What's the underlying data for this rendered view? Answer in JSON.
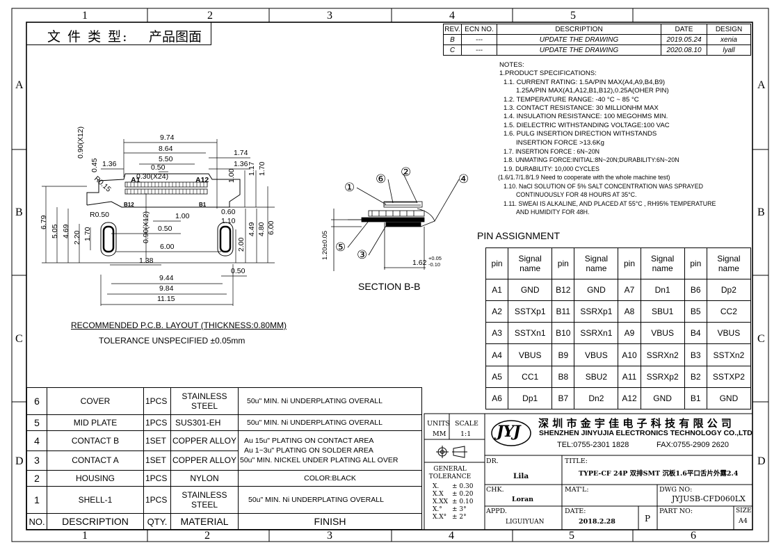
{
  "header": {
    "doc_type_label": "文 件 类 型:",
    "doc_type_value": "产品图面"
  },
  "zones": {
    "cols": [
      "1",
      "2",
      "3",
      "4",
      "5",
      "6"
    ],
    "rows": [
      "A",
      "B",
      "C",
      "D"
    ]
  },
  "revisions": {
    "headers": [
      "REV.",
      "ECN NO.",
      "DESCRIPTION",
      "DATE",
      "DESIGN"
    ],
    "rows": [
      [
        "B",
        "---",
        "UPDATE THE DRAWING",
        "2019.05.24",
        "xenia"
      ],
      [
        "C",
        "---",
        "UPDATE THE DRAWING",
        "2020.08.10",
        "lyall"
      ]
    ]
  },
  "notes": {
    "lines": [
      "NOTES:",
      "1.PRODUCT SPECIFICATIONS:",
      "1.1. CURRENT RATING: 1.5A/PIN MAX(A4,A9,B4,B9)",
      "1.25A/PIN MAX(A1,A12,B1,B12),0.25A(OHER PIN)",
      "1.2. TEMPERATURE RANGE: -40 °C ~ 85 °C",
      "1.3. CONTACT RESISTANCE: 30 MILLIONHM MAX",
      "1.4. INSULATION RESISTANCE: 100 MEGOHMS MIN.",
      "1.5. DIELECTRIC WITHSTANDING VOLTAGE:100 VAC",
      "1.6. PULG INSERTION DIRECTION WITHSTANDS",
      "INSERTION FORCE >13.6Kg",
      "1.7. INSERTION FORCE : 6N~20N",
      "1.8. UNMATING FORCE:INITIAL:8N~20N;DURABILITY:6N~20N",
      "1.9. DURABILITY: 10,000 CYCLES",
      "(1.6/1.7/1.8/1.9 Need to cooperate with the whole machine test)",
      "1.10. NaCl SOLUTION OF 5% SALT CONCENTRATION WAS SPRAYED",
      "CONTINUOUSLY FOR 48 HOURS AT 35°C.",
      "1.11. SWEAI IS ALKALINE, AND PLACED AT 55°C , RH95% TEMPERATURE",
      "AND HUMIDITY FOR 48H."
    ]
  },
  "pcb": {
    "dims_h": [
      "9.74",
      "8.64",
      "5.50",
      "0.50",
      "0.30(X24)",
      "1.74",
      "1.36",
      "1.36",
      "1.00",
      "0.60",
      "1.10",
      "0.50",
      "6.00",
      "1.38",
      "0.50",
      "9.44",
      "9.84",
      "11.15"
    ],
    "dims_v": [
      "0.90(X12)",
      "0.45",
      "1.00",
      "1.17",
      "1.70",
      "6.79",
      "5.05",
      "4.69",
      "2.20",
      "1.70",
      "0.90(X12)",
      "4.49",
      "4.80",
      "6.00",
      "2.00"
    ],
    "labels": [
      "R0.15",
      "A1",
      "A12",
      "B12",
      "B1",
      "R0.50"
    ],
    "caption1": "RECOMMENDED  P.C.B.  LAYOUT  (THICKNESS:0.80MM)",
    "caption2": "TOLERANCE  UNSPECIFIED  ±0.05mm"
  },
  "section": {
    "title": "SECTION  B-B",
    "callouts": [
      "①",
      "②",
      "③",
      "④",
      "⑤",
      "⑥"
    ],
    "dim_v": "1.20±0.05",
    "dim_h": "1.62",
    "dim_h_tol_plus": "+0.05",
    "dim_h_tol_minus": "-0.10"
  },
  "pin_assignment": {
    "title": "PIN  ASSIGNMENT",
    "headers": [
      "pin",
      "Signal name",
      "pin",
      "Signal name",
      "pin",
      "Signal name",
      "pin",
      "Signal name"
    ],
    "rows": [
      [
        "A1",
        "GND",
        "B12",
        "GND",
        "A7",
        "Dn1",
        "B6",
        "Dp2"
      ],
      [
        "A2",
        "SSTXp1",
        "B11",
        "SSRXp1",
        "A8",
        "SBU1",
        "B5",
        "CC2"
      ],
      [
        "A3",
        "SSTXn1",
        "B10",
        "SSRXn1",
        "A9",
        "VBUS",
        "B4",
        "VBUS"
      ],
      [
        "A4",
        "VBUS",
        "B9",
        "VBUS",
        "A10",
        "SSRXn2",
        "B3",
        "SSTXn2"
      ],
      [
        "A5",
        "CC1",
        "B8",
        "SBU2",
        "A11",
        "SSRXp2",
        "B2",
        "SSTXP2"
      ],
      [
        "A6",
        "Dp1",
        "B7",
        "Dn2",
        "A12",
        "GND",
        "B1",
        "GND"
      ]
    ]
  },
  "bom": {
    "headers": [
      "NO.",
      "DESCRIPTION",
      "QTY.",
      "MATERIAL",
      "FINISH"
    ],
    "rows": [
      [
        "6",
        "COVER",
        "1PCS",
        "STAINLESS STEEL",
        "50u\" MIN. Ni UNDERPLATING OVERALL"
      ],
      [
        "5",
        "MID PLATE",
        "1PCS",
        "SUS301-EH",
        "50u\" MIN. Ni UNDERPLATING OVERALL"
      ],
      [
        "4",
        "CONTACT B",
        "1SET",
        "COPPER ALLOY",
        "Au 15u\" PLATING ON CONTACT AREA"
      ],
      [
        "3",
        "CONTACT A",
        "1SET",
        "COPPER ALLOY",
        "50u\" MIN. NICKEL UNDER PLATING ALL OVER"
      ],
      [
        "2",
        "HOUSING",
        "1PCS",
        "NYLON",
        "COLOR:BLACK"
      ],
      [
        "1",
        "SHELL-1",
        "1PCS",
        "STAINLESS STEEL",
        "50u\" MIN. Ni UNDERPLATING OVERALL"
      ]
    ],
    "finish_middle": "Au 1~3u\" PLATING ON SOLDER AREA"
  },
  "title_block": {
    "units_label": "UNITS",
    "units_value": "MM",
    "scale_label": "SCALE",
    "scale_value": "1:1",
    "tolerance_label": "GENERAL TOLERANCE",
    "tolerances": [
      [
        "X.",
        "± 0.30"
      ],
      [
        "X.X",
        "± 0.20"
      ],
      [
        "X.XX",
        "± 0.10"
      ],
      [
        "X.°",
        "± 3°"
      ],
      [
        "X.X°",
        "± 2°"
      ]
    ],
    "company_cn": "深 圳 市 金 宇 佳 电 子 科 技 有 限 公 司",
    "company_en": "SHENZHEN JINYUJIA ELECTRONICS TECHNOLOGY CO.,LTD",
    "tel": "TEL:0755-2301 1828",
    "fax": "FAX:0755-2909 2620",
    "logo_text": "JYJ",
    "dr_label": "DR.",
    "dr_value": "Lila",
    "chk_label": "CHK.",
    "chk_value": "Loran",
    "appd_label": "APPD.",
    "appd_value": "LIGUIYUAN",
    "title_label": "TITLE:",
    "title_value": "TYPE-CF 24P 双排SMT 沉板1.6平口舌片外露2.4",
    "matl_label": "MAT'L:",
    "dwg_label": "DWG NO:",
    "dwg_value": "JYJUSB-CFD060LX",
    "date_label": "DATE:",
    "date_value": "2018.2.28",
    "p_label": "P",
    "part_label": "PART NO:",
    "size_label": "SIZE",
    "size_value": "A4"
  }
}
